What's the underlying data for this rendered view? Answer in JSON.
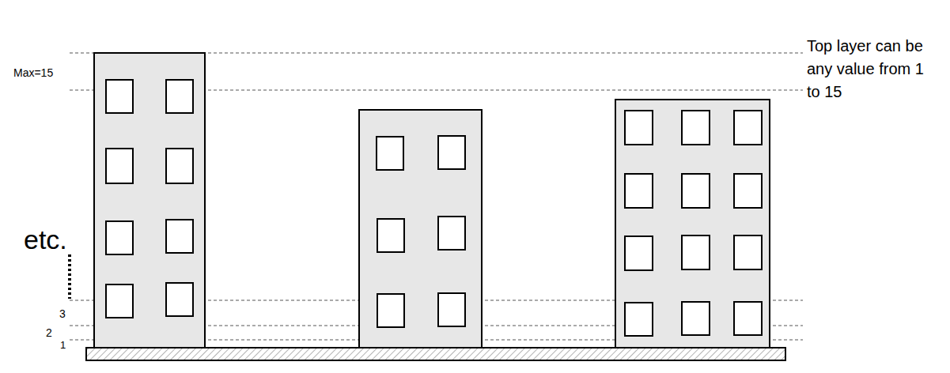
{
  "diagram": {
    "labels": [
      "Max=15",
      "etc.",
      "3",
      "2",
      "1",
      "Top layer can be any value from 1 to 15"
    ]
  }
}
